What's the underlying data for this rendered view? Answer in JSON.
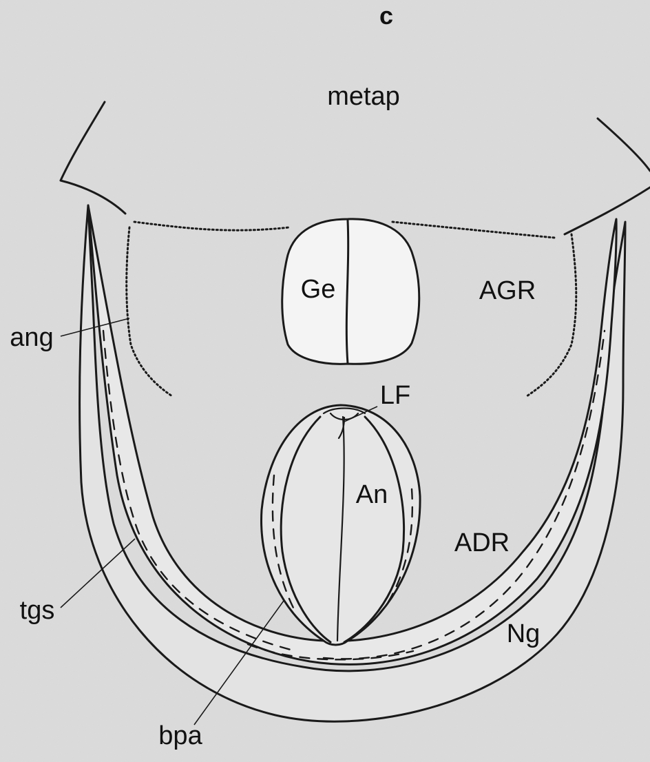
{
  "panel_letter": "c",
  "labels": {
    "metap": "metap",
    "Ge": "Ge",
    "AGR": "AGR",
    "ang": "ang",
    "LF": "LF",
    "An": "An",
    "ADR": "ADR",
    "tgs": "tgs",
    "Ng": "Ng",
    "bpa": "bpa"
  },
  "colors": {
    "background": "#d9d9d9",
    "region_fill": "#e3e3e3",
    "organ_fill": "#f4f4f4",
    "ink": "#1a1a1a"
  }
}
